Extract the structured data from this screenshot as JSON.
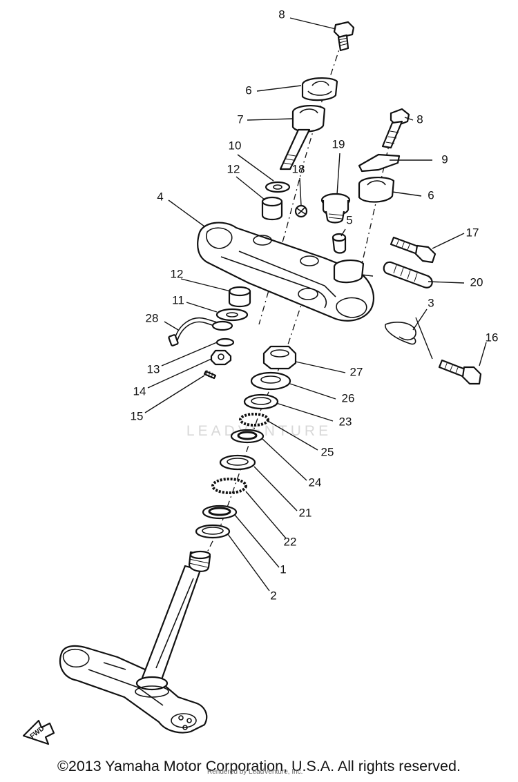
{
  "callouts": [
    "8",
    "6",
    "7",
    "8",
    "9",
    "10",
    "12",
    "18",
    "19",
    "6",
    "4",
    "5",
    "17",
    "20",
    "12",
    "3",
    "11",
    "28",
    "16",
    "13",
    "27",
    "14",
    "26",
    "15",
    "23",
    "25",
    "24",
    "21",
    "22",
    "1",
    "2"
  ],
  "fwd_marker": "FWD",
  "watermark": "LEADVENTURE",
  "copyright": "©2013 Yamaha Motor Corporation, U.S.A. All rights reserved.",
  "rendered_by": "Rendered by LeadVenture, Inc."
}
